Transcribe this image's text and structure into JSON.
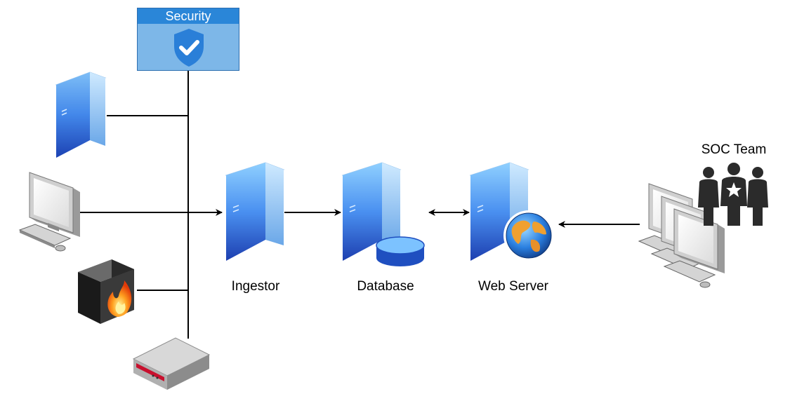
{
  "diagram": {
    "security_group": {
      "title": "Security",
      "icon": "shield-check-icon"
    },
    "nodes": [
      {
        "id": "ingestor",
        "label": "Ingestor",
        "icon": "server-icon"
      },
      {
        "id": "database",
        "label": "Database",
        "icon": "database-server-icon"
      },
      {
        "id": "webserver",
        "label": "Web Server",
        "icon": "web-server-icon"
      },
      {
        "id": "soc",
        "label": "SOC Team",
        "icon": "soc-team-icon"
      }
    ],
    "sources": [
      {
        "id": "source-server",
        "icon": "server-icon"
      },
      {
        "id": "workstation",
        "icon": "workstation-icon"
      },
      {
        "id": "firewall",
        "icon": "firewall-icon"
      },
      {
        "id": "network-appliance",
        "icon": "router-icon"
      }
    ],
    "colors": {
      "server_blue": "#2f6fd6",
      "security_fill": "#7db7e8",
      "security_header": "#2a86d8",
      "line": "#000000"
    }
  }
}
